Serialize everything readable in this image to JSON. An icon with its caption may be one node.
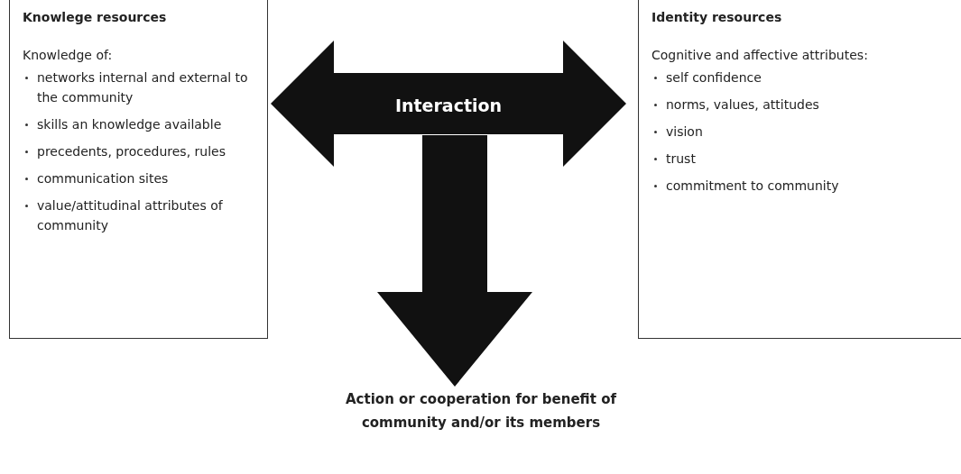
{
  "diagram": {
    "nodes": [
      {
        "text": [
          "Knowlege resources",
          "Knowledge of:",
          "networks internal and external to the community",
          "skills an knowledge available",
          "precedents, procedures, rules",
          "communication sites",
          "value/attitudinal attributes of community"
        ]
      },
      {
        "text": [
          "Identity resources",
          "Cognitive and affective attributes:",
          "self confidence",
          "norms, values, attitudes",
          "vision",
          "trust",
          "commitment to community"
        ]
      },
      {
        "text": [
          "Action or cooperation for benefit of community and/or its members"
        ]
      }
    ],
    "edges": [
      {
        "from": 0,
        "to": 1,
        "arrow": "both",
        "label": "Interaction",
        "style": "thick"
      },
      {
        "from": null,
        "to": 2,
        "arrow": "to",
        "style": "thick"
      }
    ]
  }
}
